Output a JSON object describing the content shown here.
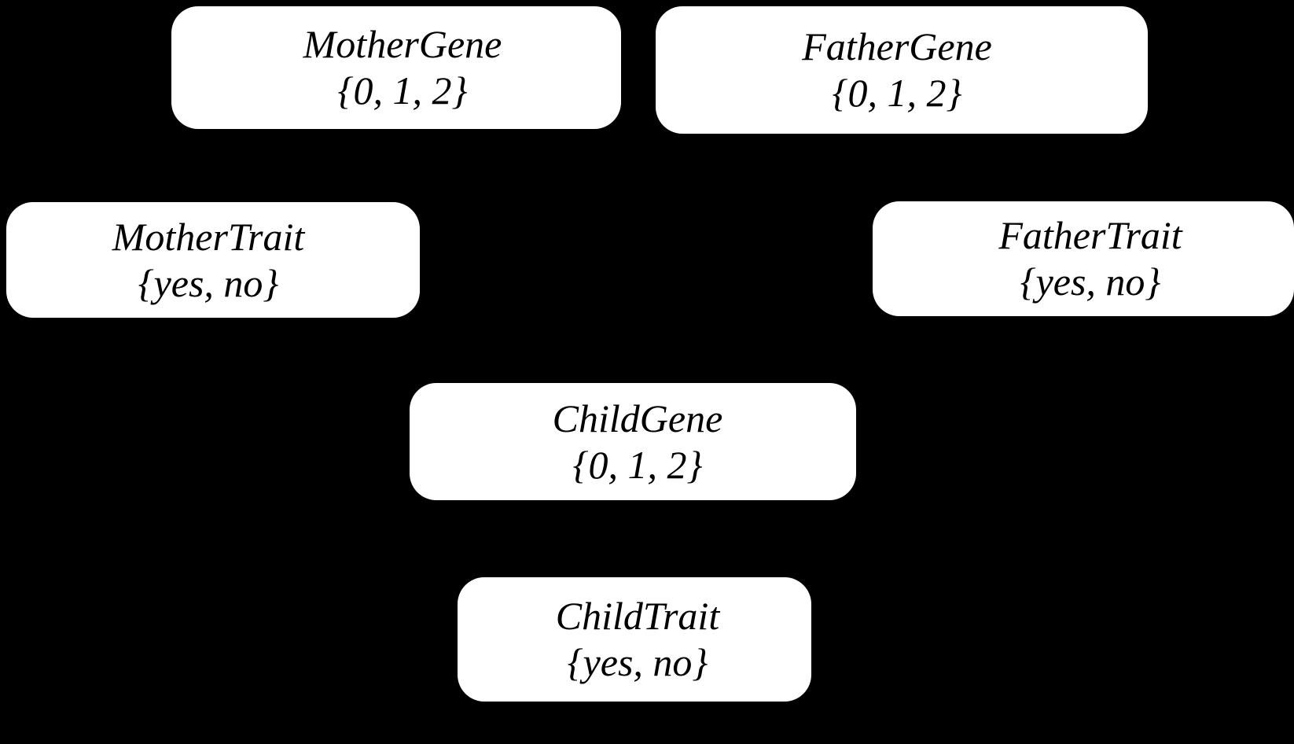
{
  "diagram": {
    "type": "bayesian-network",
    "title": "",
    "background_color": "#000000",
    "node_fill_color": "#ffffff",
    "node_text_color": "#000000",
    "nodes": [
      {
        "id": "mother-gene",
        "name": "MotherGene",
        "domain": "{0, 1, 2}",
        "values": [
          "0",
          "1",
          "2"
        ]
      },
      {
        "id": "father-gene",
        "name": "FatherGene",
        "domain": "{0, 1, 2}",
        "values": [
          "0",
          "1",
          "2"
        ]
      },
      {
        "id": "mother-trait",
        "name": "MotherTrait",
        "domain": "{yes, no}",
        "values": [
          "yes",
          "no"
        ]
      },
      {
        "id": "father-trait",
        "name": "FatherTrait",
        "domain": "{yes, no}",
        "values": [
          "yes",
          "no"
        ]
      },
      {
        "id": "child-gene",
        "name": "ChildGene",
        "domain": "{0, 1, 2}",
        "values": [
          "0",
          "1",
          "2"
        ]
      },
      {
        "id": "child-trait",
        "name": "ChildTrait",
        "domain": "{yes, no}",
        "values": [
          "yes",
          "no"
        ]
      }
    ]
  }
}
